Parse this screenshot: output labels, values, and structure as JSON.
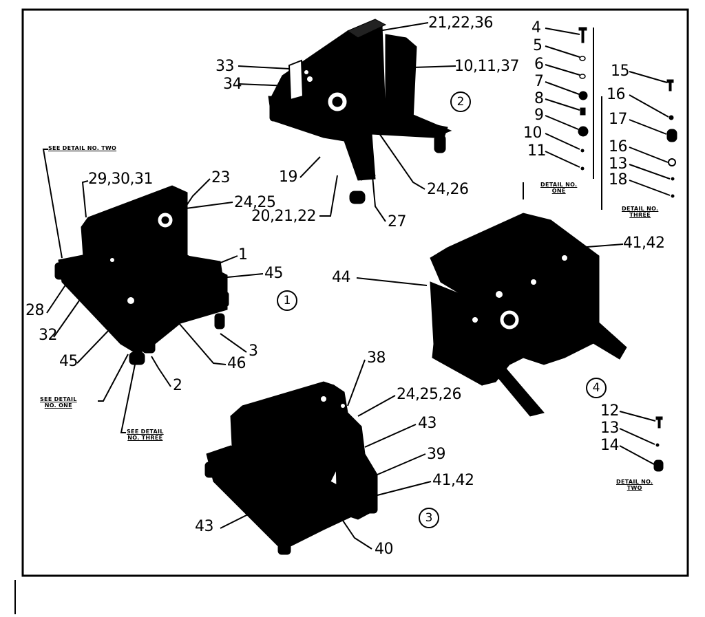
{
  "callouts": {
    "c_21_22_36": "21,22,36",
    "c_10_11_37": "10,11,37",
    "c_33": "33",
    "c_34": "34",
    "c_19": "19",
    "c_20_21_22": "20,21,22",
    "c_27": "27",
    "c_24_26": "24,26",
    "c_29_30_31": "29,30,31",
    "c_23": "23",
    "c_24_25": "24,25",
    "c_1": "1",
    "c_45a": "45",
    "c_28": "28",
    "c_32": "32",
    "c_45b": "45",
    "c_46": "46",
    "c_3": "3",
    "c_2": "2",
    "c_44": "44",
    "c_41_42a": "41,42",
    "c_38": "38",
    "c_24_25_26": "24,25,26",
    "c_43a": "43",
    "c_39": "39",
    "c_41_42b": "41,42",
    "c_43b": "43",
    "c_40": "40",
    "d1_4": "4",
    "d1_5": "5",
    "d1_6": "6",
    "d1_7": "7",
    "d1_8": "8",
    "d1_9": "9",
    "d1_10": "10",
    "d1_11": "11",
    "d3_15": "15",
    "d3_16a": "16",
    "d3_17": "17",
    "d3_16b": "16",
    "d3_13": "13",
    "d3_18": "18",
    "d2_12": "12",
    "d2_13": "13",
    "d2_14": "14"
  },
  "view_numbers": {
    "v1": "1",
    "v2": "2",
    "v3": "3",
    "v4": "4"
  },
  "notes": {
    "see_detail_two": "SEE DETAIL NO. TWO",
    "see_detail_one_l1": "SEE DETAIL",
    "see_detail_one_l2": "NO. ONE",
    "see_detail_three_l1": "SEE DETAIL",
    "see_detail_three_l2": "NO. THREE",
    "detail_one_l1": "DETAIL NO.",
    "detail_one_l2": "ONE",
    "detail_three_l1": "DETAIL NO.",
    "detail_three_l2": "THREE",
    "detail_two_l1": "DETAIL NO.",
    "detail_two_l2": "TWO"
  },
  "colors": {
    "ink": "#000000",
    "paper": "#ffffff"
  }
}
